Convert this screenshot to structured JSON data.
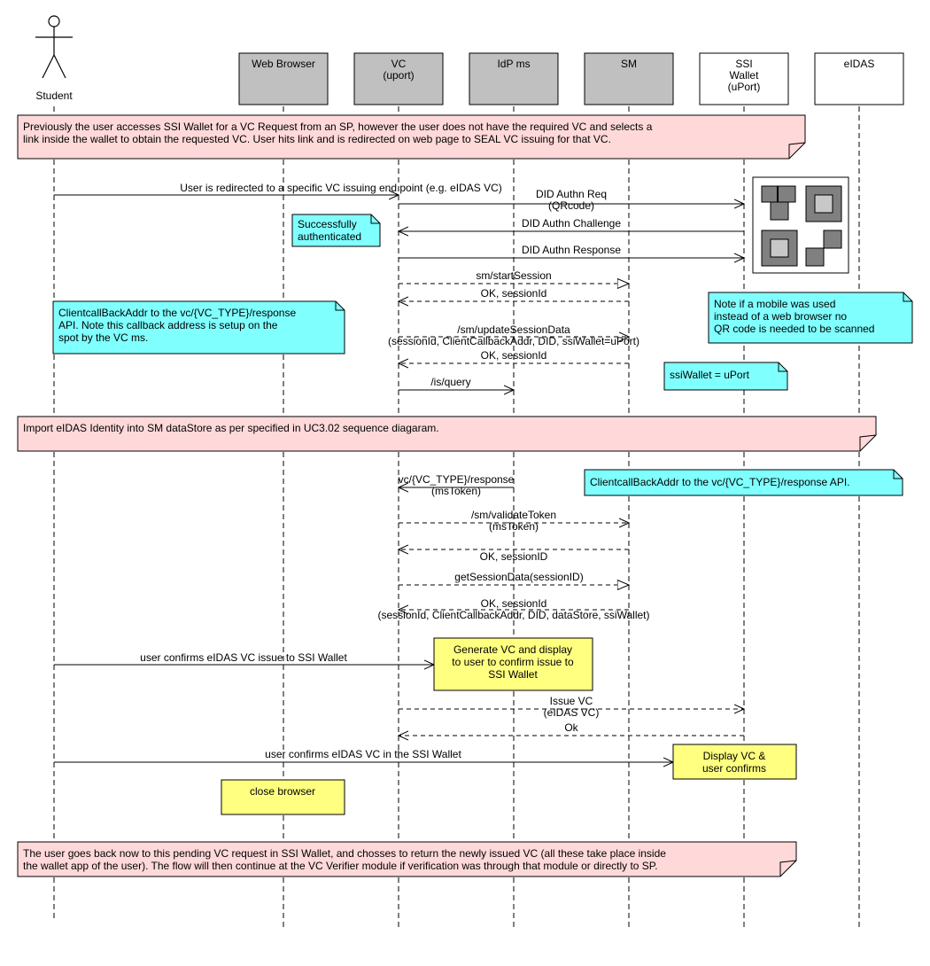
{
  "actor": {
    "name": "Student"
  },
  "participants": [
    {
      "id": "browser",
      "lines": [
        "Web Browser"
      ],
      "fill": "#c0c0c0"
    },
    {
      "id": "vc",
      "lines": [
        "VC",
        "(uport)"
      ],
      "fill": "#c0c0c0"
    },
    {
      "id": "idp",
      "lines": [
        "IdP ms"
      ],
      "fill": "#c0c0c0"
    },
    {
      "id": "sm",
      "lines": [
        "SM"
      ],
      "fill": "#c0c0c0"
    },
    {
      "id": "wallet",
      "lines": [
        "SSI",
        "Wallet",
        "(uPort)"
      ],
      "fill": "#ffffff"
    },
    {
      "id": "eidas",
      "lines": [
        "eIDAS"
      ],
      "fill": "#ffffff"
    }
  ],
  "messages": [
    {
      "id": "redirect",
      "lines": [
        "User is redirected to a specific VC issuing end point (e.g. eIDAS VC)"
      ],
      "style": "solid"
    },
    {
      "id": "authn-req",
      "lines": [
        "DID Authn Req",
        "(QRcode)"
      ],
      "style": "solid"
    },
    {
      "id": "authn-challenge",
      "lines": [
        "DID Authn Challenge"
      ],
      "style": "solid"
    },
    {
      "id": "authn-response",
      "lines": [
        "DID Authn Response"
      ],
      "style": "solid"
    },
    {
      "id": "start-session",
      "lines": [
        "sm/startSession"
      ],
      "style": "dashed"
    },
    {
      "id": "ok-session-1",
      "lines": [
        "OK, sessionId"
      ],
      "style": "dashed"
    },
    {
      "id": "update-session",
      "lines": [
        "/sm/updateSessionData",
        "(sessionId, ClientCallbackAddr, DID, ssiWallet=uPort)"
      ],
      "style": "dashed"
    },
    {
      "id": "ok-session-2",
      "lines": [
        "OK, sessionId"
      ],
      "style": "dashed"
    },
    {
      "id": "is-query",
      "lines": [
        "/is/query"
      ],
      "style": "solid"
    },
    {
      "id": "vc-response",
      "lines": [
        "vc/{VC_TYPE}/response",
        "(msToken)"
      ],
      "style": "solid"
    },
    {
      "id": "validate-token",
      "lines": [
        "/sm/validateToken",
        "(msToken)"
      ],
      "style": "dashed"
    },
    {
      "id": "ok-session-3",
      "lines": [
        "OK, sessionID"
      ],
      "style": "dashed"
    },
    {
      "id": "get-session-data",
      "lines": [
        "getSessionData(sessionID)"
      ],
      "style": "dashed"
    },
    {
      "id": "ok-session-4",
      "lines": [
        "OK, sessionId",
        "(sessionId, ClientCallbackAddr, DID, dataStore, ssiWallet)"
      ],
      "style": "dashed"
    },
    {
      "id": "user-confirms-issue",
      "lines": [
        "user confirms eIDAS VC issue to SSI Wallet"
      ],
      "style": "solid"
    },
    {
      "id": "issue-vc",
      "lines": [
        "Issue VC",
        "(eIDAS VC)"
      ],
      "style": "dashed"
    },
    {
      "id": "ok-issue",
      "lines": [
        "Ok"
      ],
      "style": "dashed"
    },
    {
      "id": "user-confirms-wallet",
      "lines": [
        "user confirms eIDAS VC in the SSI Wallet"
      ],
      "style": "solid"
    }
  ],
  "notes": [
    {
      "id": "note-previously",
      "lines": [
        "Previously the user accesses SSI Wallet for a VC Request from an SP, however the user does not have the required VC  and selects a",
        "link  inside the wallet to obtain the requested VC. User hits link and is redirected on web page to SEAL VC issuing for that VC."
      ],
      "fill": "#ffd9d9"
    },
    {
      "id": "note-authenticated",
      "lines": [
        "Successfully",
        "authenticated"
      ],
      "fill": "#80ffff"
    },
    {
      "id": "note-callback",
      "lines": [
        "ClientcallBackAddr to the vc/{VC_TYPE}/response",
        "API. Note this callback address is setup on the",
        "spot by the VC ms."
      ],
      "fill": "#80ffff"
    },
    {
      "id": "note-mobile",
      "lines": [
        "Note if a mobile was used",
        "instead of a web browser no",
        "QR code is needed to be scanned"
      ],
      "fill": "#80ffff"
    },
    {
      "id": "note-ssiwallet",
      "lines": [
        "ssiWallet = uPort"
      ],
      "fill": "#80ffff"
    },
    {
      "id": "note-import",
      "lines": [
        "Import eIDAS Identity into SM dataStore as per specified in UC3.02 sequence diagaram."
      ],
      "fill": "#ffd9d9"
    },
    {
      "id": "note-callback-api",
      "lines": [
        "ClientcallBackAddr to the vc/{VC_TYPE}/response API."
      ],
      "fill": "#80ffff"
    },
    {
      "id": "note-generate-vc",
      "lines": [
        "Generate VC and display",
        "to user to confirm issue to",
        "SSI Wallet"
      ],
      "fill": "#ffff80"
    },
    {
      "id": "note-display-vc",
      "lines": [
        "Display VC &",
        "user confirms"
      ],
      "fill": "#ffff80"
    },
    {
      "id": "note-close-browser",
      "lines": [
        "close browser"
      ],
      "fill": "#ffff80"
    },
    {
      "id": "note-goes-back",
      "lines": [
        "The user goes back now to this pending VC request in SSI Wallet, and chosses to return the newly issued VC (all these take place inside",
        "the wallet app of the user). The flow will then continue at the VC Verifier module if verification was through that module or directly to SP."
      ],
      "fill": "#ffd9d9"
    }
  ],
  "qr_icon": {
    "name": "qr-code-icon"
  }
}
